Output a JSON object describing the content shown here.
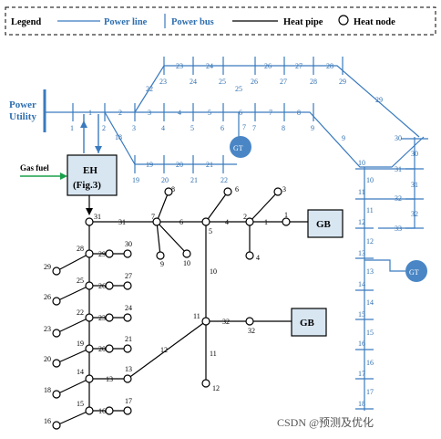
{
  "legend": {
    "title": "Legend",
    "power_line": "Power line",
    "power_bus": "Power bus",
    "heat_pipe": "Heat pipe",
    "heat_node": "Heat node"
  },
  "labels": {
    "power_utility": [
      "Power",
      "Utility"
    ],
    "gas_fuel": "Gas fuel",
    "eh": [
      "EH",
      "(Fig.3)"
    ],
    "gb": "GB",
    "gt": "GT"
  },
  "watermark": "CSDN @预测及优化",
  "colors": {
    "power": "#3a7bbf",
    "gt_fill": "#4a86c5",
    "gb_fill": "#d8e6f2",
    "gas": "#1aa04a",
    "heat": "#000000"
  },
  "power_bus_labels": {
    "main": [
      "1",
      "2",
      "3",
      "4",
      "5",
      "6",
      "7",
      "8",
      "9"
    ],
    "upper": [
      "22",
      "23",
      "24",
      "25",
      "26",
      "27",
      "28",
      "29"
    ],
    "branch18": [
      "18",
      "19",
      "20",
      "21",
      "22"
    ],
    "right": [
      "9",
      "10",
      "11",
      "12",
      "13",
      "14",
      "15",
      "16",
      "17",
      "18"
    ],
    "branch30": [
      "30",
      "31",
      "32",
      "33"
    ],
    "line_labels": [
      "1",
      "2",
      "3",
      "4",
      "5",
      "6",
      "7",
      "8",
      "9",
      "18",
      "19",
      "20",
      "21",
      "22",
      "23",
      "24",
      "25",
      "26",
      "27",
      "28",
      "29",
      "30",
      "31",
      "32",
      "10",
      "11",
      "12",
      "13",
      "14",
      "15",
      "16",
      "17"
    ]
  },
  "heat_node_labels": [
    "1",
    "2",
    "3",
    "4",
    "5",
    "6",
    "7",
    "8",
    "9",
    "10",
    "11",
    "12",
    "13",
    "14",
    "15",
    "16",
    "17",
    "18",
    "19",
    "20",
    "21",
    "22",
    "23",
    "24",
    "25",
    "26",
    "27",
    "28",
    "29",
    "30",
    "31",
    "32"
  ],
  "heat_pipe_labels": [
    "1",
    "2",
    "3",
    "4",
    "5",
    "6",
    "7",
    "8",
    "9",
    "10",
    "11",
    "12",
    "13",
    "14",
    "15",
    "16",
    "17",
    "18",
    "19",
    "20",
    "21",
    "22",
    "23",
    "24",
    "25",
    "26",
    "27",
    "28",
    "29",
    "30",
    "31",
    "32"
  ]
}
